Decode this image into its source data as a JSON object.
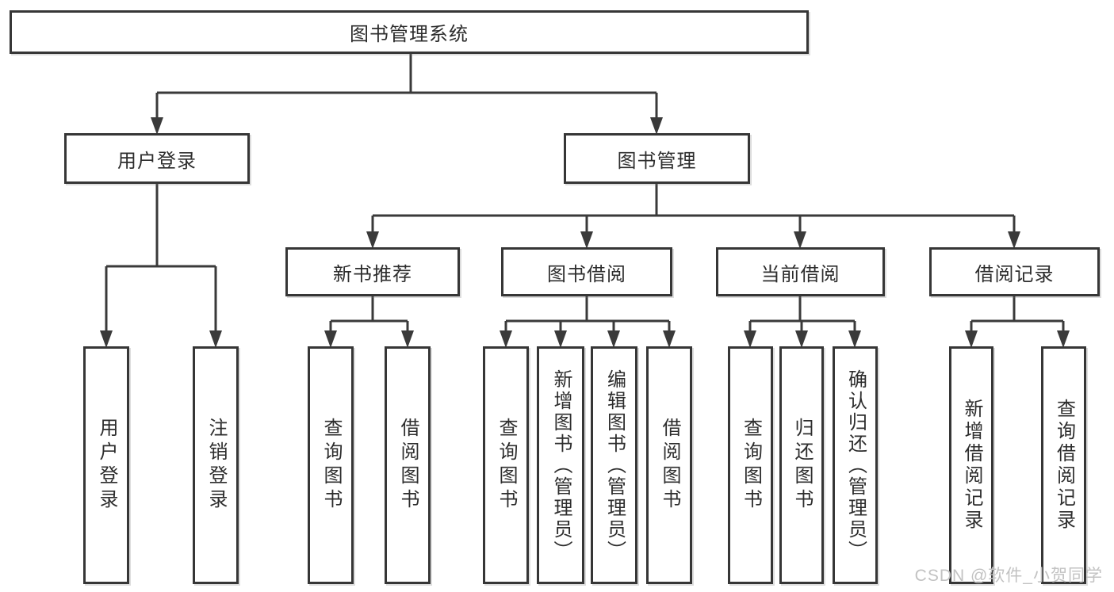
{
  "diagram": {
    "title_node": {
      "label": "图书管理系统"
    },
    "branches": {
      "user_login": {
        "label": "用户登录"
      },
      "book_mgmt": {
        "label": "图书管理"
      }
    },
    "modules": [
      {
        "label": "新书推荐"
      },
      {
        "label": "图书借阅"
      },
      {
        "label": "当前借阅"
      },
      {
        "label": "借阅记录"
      }
    ],
    "leaves": [
      {
        "label": "用户登录"
      },
      {
        "label": "注销登录"
      },
      {
        "label": "查询图书"
      },
      {
        "label": "借阅图书"
      },
      {
        "label": "查询图书"
      },
      {
        "label": "新增图书（管理员）"
      },
      {
        "label": "编辑图书（管理员）"
      },
      {
        "label": "借阅图书"
      },
      {
        "label": "查询图书"
      },
      {
        "label": "归还图书"
      },
      {
        "label": "确认归还（管理员）"
      },
      {
        "label": "新增借阅记录"
      },
      {
        "label": "查询借阅记录"
      }
    ],
    "colors": {
      "line": "#3a3a3a",
      "border": "#363636",
      "text": "#2d2d2d",
      "watermark": "#c2c2c2"
    }
  },
  "watermark": {
    "text": "CSDN @软件_小贺同学"
  }
}
